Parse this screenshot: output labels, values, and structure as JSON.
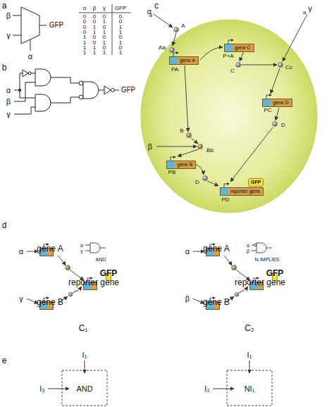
{
  "diagram": {
    "nodes": [
      {
        "text": [
          "gene A"
        ]
      },
      {
        "text": [
          "gene C"
        ]
      },
      {
        "text": [
          "gene B"
        ]
      },
      {
        "text": [
          "gene D"
        ]
      },
      {
        "text": [
          "GFP"
        ]
      },
      {
        "text": [
          "reporter gene"
        ]
      },
      {
        "text": [
          "C₁"
        ]
      },
      {
        "text": [
          "α",
          "γ",
          "AND"
        ],
        "in": 6
      },
      {
        "text": [
          "gene A"
        ],
        "in": 6
      },
      {
        "text": [
          "GFP"
        ],
        "in": 6
      },
      {
        "text": [
          "reporter gene"
        ],
        "in": 6
      },
      {
        "text": [
          "gene B"
        ],
        "in": 6
      },
      {
        "text": [
          "C₂"
        ]
      },
      {
        "text": [
          "α",
          "β",
          "N-IMPLIES"
        ],
        "in": 12
      },
      {
        "text": [
          "gene A"
        ],
        "in": 12
      },
      {
        "text": [
          "GFP"
        ],
        "in": 12
      },
      {
        "text": [
          "reporter gene"
        ],
        "in": 12
      },
      {
        "text": [
          "gene B"
        ],
        "in": 12
      },
      {
        "text": [
          "AND"
        ]
      },
      {
        "text": [
          "NI₁"
        ]
      }
    ],
    "labels": [
      "a",
      "β",
      "γ",
      "α",
      "GFP",
      "α",
      "β",
      "γ",
      "GFP",
      "0",
      "0",
      "0",
      "0",
      "0",
      "0",
      "1",
      "0",
      "0",
      "1",
      "0",
      "1",
      "0",
      "1",
      "1",
      "1",
      "1",
      "0",
      "0",
      "0",
      "1",
      "0",
      "1",
      "1",
      "1",
      "1",
      "0",
      "0",
      "1",
      "1",
      "1",
      "1",
      "b",
      "α",
      "β",
      "γ",
      "GFP",
      "c",
      "α",
      "A",
      "Aa",
      "PA",
      "P+A",
      "C",
      "γ",
      "Cc",
      "β",
      "B",
      "Bb",
      "PB",
      "D",
      "PC",
      "D",
      "PD",
      "d",
      "α",
      "γ",
      "α",
      "β",
      "e",
      "I₁",
      "I₃",
      "I₁",
      "I₂"
    ]
  }
}
